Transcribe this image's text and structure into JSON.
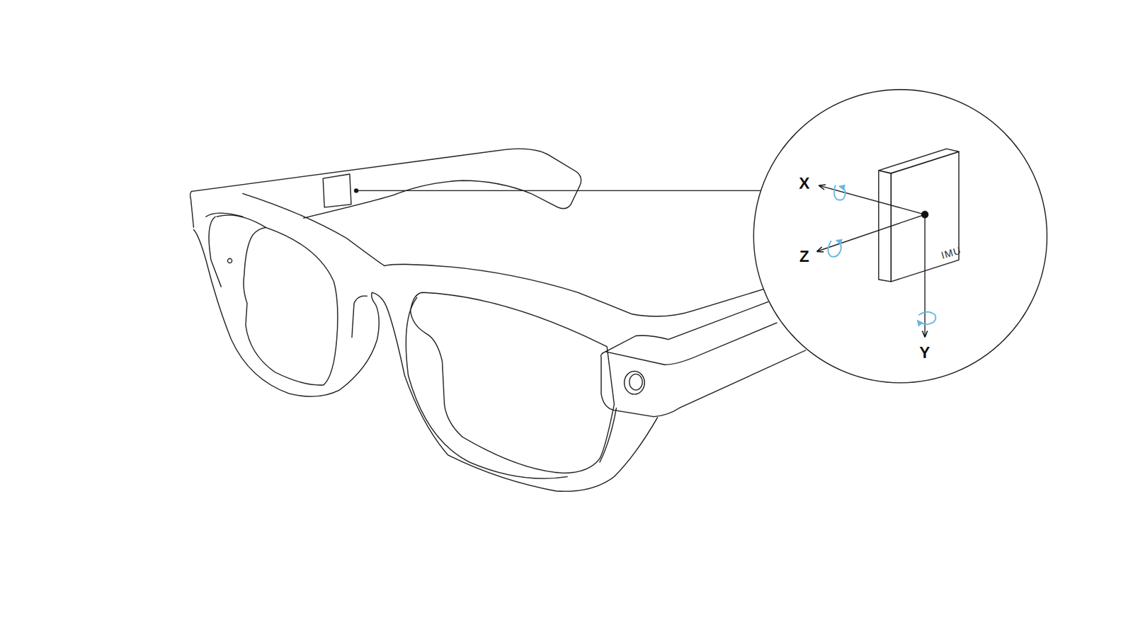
{
  "diagram": {
    "labels": [
      "X",
      "Z",
      "Y",
      "IMU"
    ]
  }
}
